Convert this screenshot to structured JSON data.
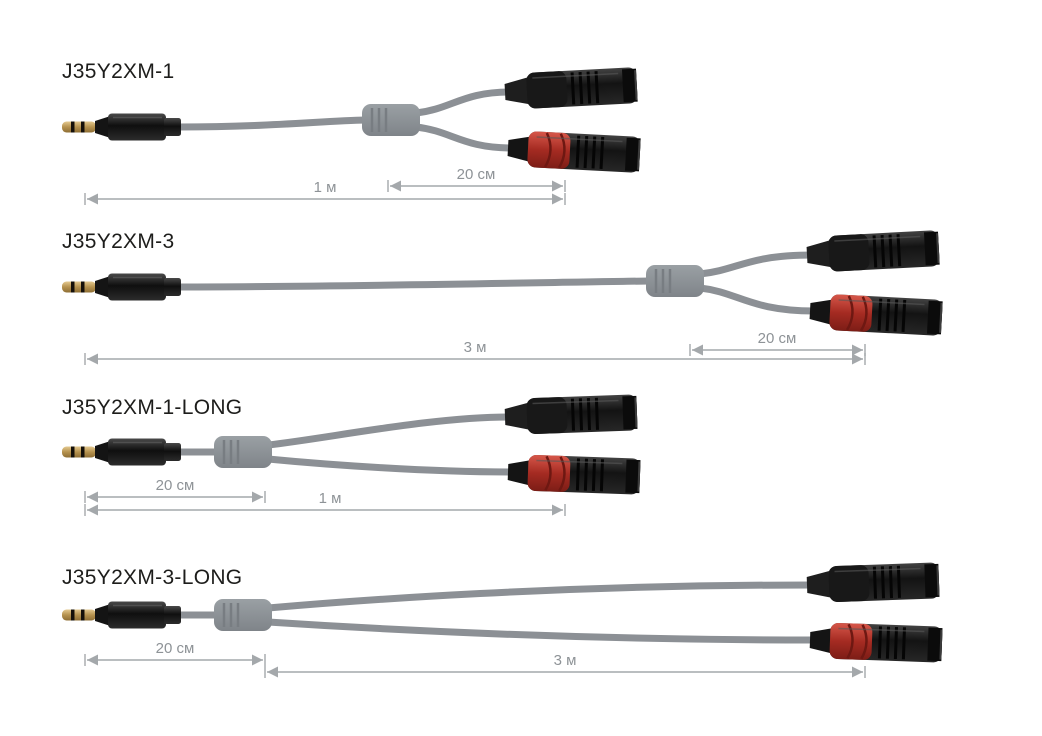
{
  "page": {
    "background_color": "#ffffff",
    "type": "product-cable-diagram"
  },
  "colors": {
    "cable_gray": "#8c9095",
    "splitter_gray": "#8d9196",
    "dimension_line": "#a4a8ab",
    "dimension_text": "#8e9397",
    "title_text": "#1d1d1b",
    "xlr_red_boot": "#a52b22",
    "jack_gold_tip": "#b6924f",
    "connector_black": "#161616"
  },
  "rows": [
    {
      "title": "J35Y2XM-1",
      "connectors": {
        "left": "mini-jack-3.5mm",
        "right_top": "xlr-male-black",
        "right_bottom": "xlr-male-red"
      },
      "dims": [
        {
          "label": "20 см"
        },
        {
          "label": "1 м"
        }
      ]
    },
    {
      "title": "J35Y2XM-3",
      "connectors": {
        "left": "mini-jack-3.5mm",
        "right_top": "xlr-male-black",
        "right_bottom": "xlr-male-red"
      },
      "dims": [
        {
          "label": "20 см"
        },
        {
          "label": "3 м"
        }
      ]
    },
    {
      "title": "J35Y2XM-1-LONG",
      "connectors": {
        "left": "mini-jack-3.5mm",
        "right_top": "xlr-male-black",
        "right_bottom": "xlr-male-red"
      },
      "dims": [
        {
          "label": "20 см"
        },
        {
          "label": "1 м"
        }
      ]
    },
    {
      "title": "J35Y2XM-3-LONG",
      "connectors": {
        "left": "mini-jack-3.5mm",
        "right_top": "xlr-male-black",
        "right_bottom": "xlr-male-red"
      },
      "dims": [
        {
          "label": "20 см"
        },
        {
          "label": "3 м"
        }
      ]
    }
  ]
}
